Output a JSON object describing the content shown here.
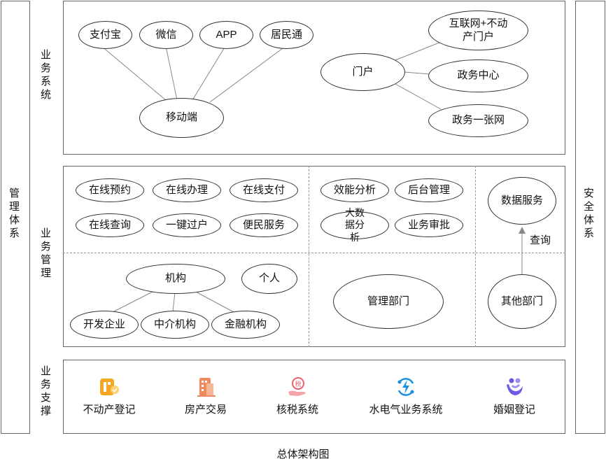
{
  "side": {
    "left": "管理体系",
    "right": "安全体系"
  },
  "rows": {
    "business_system": "业务系统",
    "business_mgmt": "业务管理",
    "business_support": "业务支撑"
  },
  "top": {
    "channels": [
      "支付宝",
      "微信",
      "APP",
      "居民通"
    ],
    "mobile": "移动端",
    "portal": "门户",
    "portal_targets": [
      "互联网+不动产门户",
      "政务中心",
      "政务一张网"
    ]
  },
  "mgmt": {
    "online": [
      "在线预约",
      "在线办理",
      "在线支付",
      "在线查询",
      "一键过户",
      "便民服务"
    ],
    "analysis": [
      "效能分析",
      "后台管理",
      "大数据分析",
      "业务审批"
    ],
    "data_service": "数据服务",
    "query": "查询",
    "org": "机构",
    "person": "个人",
    "org_types": [
      "开发企业",
      "中介机构",
      "金融机构"
    ],
    "mgmt_dept": "管理部门",
    "other_dept": "其他部门"
  },
  "support": [
    {
      "label": "不动产登记",
      "icon": "real-estate-registration-icon",
      "color": "#f5a623"
    },
    {
      "label": "房产交易",
      "icon": "building-icon",
      "color": "#f08a5d"
    },
    {
      "label": "核税系统",
      "icon": "tax-hand-icon",
      "color": "#e8626a"
    },
    {
      "label": "水电气业务系统",
      "icon": "utility-bolt-icon",
      "color": "#1a8fe0"
    },
    {
      "label": "婚姻登记",
      "icon": "marriage-icon",
      "color": "#6a5be6"
    }
  ],
  "caption": "总体架构图"
}
